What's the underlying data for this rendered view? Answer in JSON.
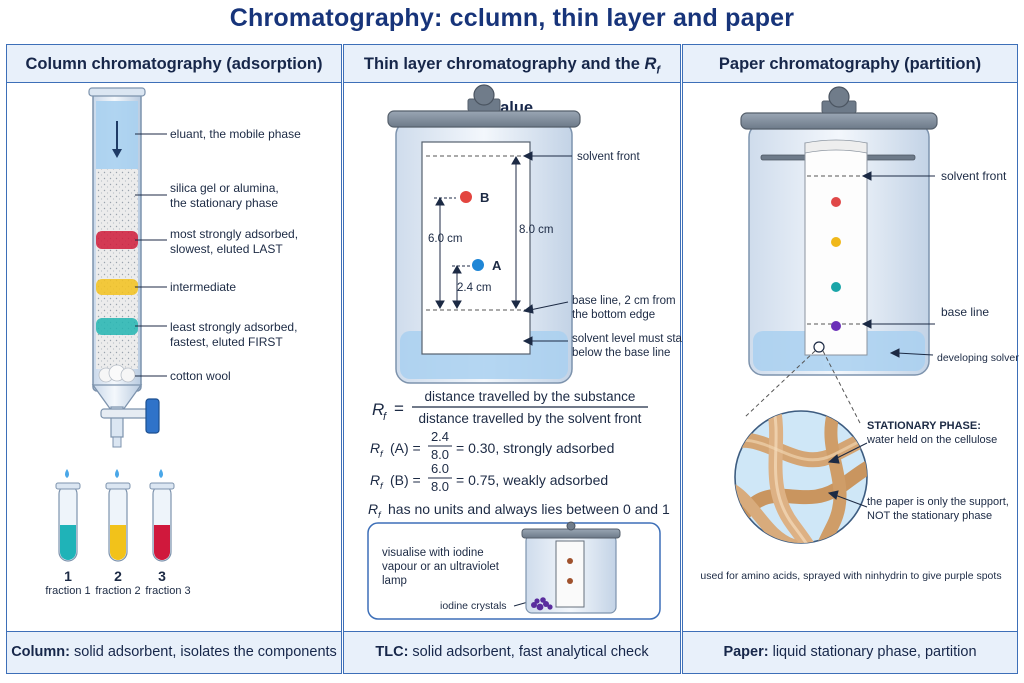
{
  "title": "Chromatography: cclumn, thin layer and paper",
  "column": {
    "heading": "Column chromatography (adsorption)",
    "labels": {
      "eluant": "eluant, the mobile phase",
      "silica_1": "silica gel or alumina,",
      "silica_2": "the stationary phase",
      "most_1": "most strongly adsorbed,",
      "most_2": "slowest, eluted LAST",
      "intermediate": "intermediate",
      "least_1": "least strongly adsorbed,",
      "least_2": "fastest, eluted FIRST",
      "cotton": "cotton wool"
    },
    "fractions": [
      {
        "num": "1",
        "label": "fraction 1",
        "color": "#1fb3b8"
      },
      {
        "num": "2",
        "label": "fraction 2",
        "color": "#f2c21a"
      },
      {
        "num": "3",
        "label": "fraction 3",
        "color": "#d0183c"
      }
    ],
    "band_colors": {
      "most": "#cf1b3a",
      "intermediate": "#f3c21c",
      "least": "#22b5b2"
    },
    "footer_bold": "Column:",
    "footer_rest": " solid adsorbent, isolates the components"
  },
  "tlc": {
    "heading_pre": "Thin layer chromatography and the ",
    "heading_r": "R",
    "heading_sub": "f",
    "heading_post": " value",
    "labels": {
      "spot_b": "B",
      "spot_a": "A",
      "dist_b": "6.0 cm",
      "dist_a": "2.4 cm",
      "dist_solvent": "8.0 cm",
      "solvent_front": "solvent front",
      "base_line_1": "base line, 2 cm from",
      "base_line_2": "the bottom edge",
      "solvent_level_1": "solvent level must stay",
      "solvent_level_2": "below the base line"
    },
    "formula": {
      "rf": "R",
      "sub": "f",
      "eq": "=",
      "numerator": "distance travelled by the substance",
      "denominator": "distance travelled by the solvent front",
      "a_label": "(A) =",
      "a_num": "2.4",
      "a_den": "8.0",
      "a_result": "= 0.30, strongly adsorbed",
      "b_label": "(B) =",
      "b_num": "6.0",
      "b_den": "8.0",
      "b_result": "= 0.75, weakly adsorbed",
      "note": "has no units and always lies between 0 and 1"
    },
    "inset": {
      "text_1": "visualise with iodine",
      "text_2": "vapour or an ultraviolet",
      "text_3": "lamp",
      "crystals": "iodine crystals"
    },
    "spot_colors": {
      "a": "#1f86d6",
      "b": "#e3453f"
    },
    "footer_bold": "TLC:",
    "footer_rest": " solid adsorbent, fast analytical check"
  },
  "paper": {
    "heading": "Paper chromatography (partition)",
    "labels": {
      "solvent_front": "solvent front",
      "base_line": "base line",
      "developing": "developing solvent",
      "stationary_bold": "STATIONARY PHASE:",
      "stationary_rest": "water held on the cellulose",
      "support_1": "the paper is only the support,",
      "support_2": "NOT the stationary phase",
      "used_for": "used for amino acids, sprayed with ninhydrin to give purple spots"
    },
    "spot_colors": [
      "#e04848",
      "#f0b81a",
      "#1aa5a8",
      "#6a2fb8"
    ],
    "footer_bold": "Paper:",
    "footer_rest": " liquid stationary phase, partition"
  }
}
